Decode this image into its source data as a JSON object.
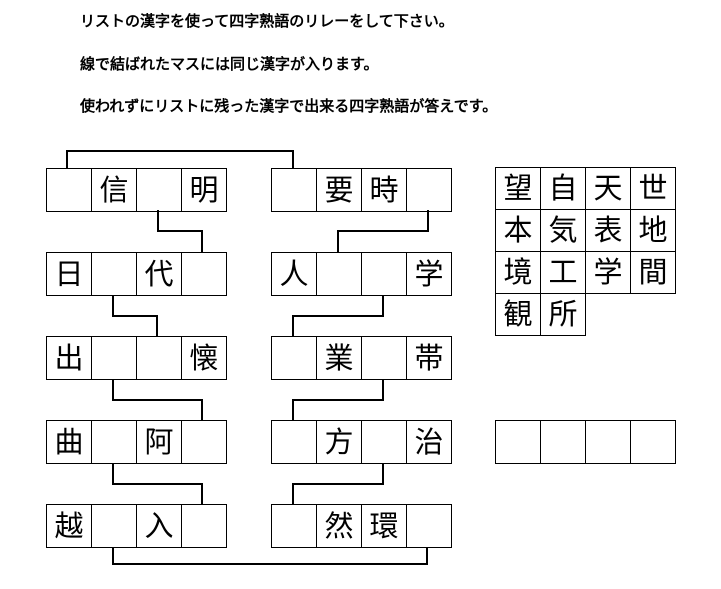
{
  "instructions": [
    "リストの漢字を使って四字熟語のリレーをして下さい。",
    "線で結ばれたマスには同じ漢字が入ります。",
    "使われずにリストに残った漢字で出来る四字熟語が答えです。"
  ],
  "left_column": [
    [
      "",
      "信",
      "",
      "明"
    ],
    [
      "日",
      "",
      "代",
      ""
    ],
    [
      "出",
      "",
      "",
      "懐"
    ],
    [
      "曲",
      "",
      "阿",
      ""
    ],
    [
      "越",
      "",
      "入",
      ""
    ]
  ],
  "right_column": [
    [
      "",
      "要",
      "時",
      ""
    ],
    [
      "人",
      "",
      "",
      "学"
    ],
    [
      "",
      "業",
      "",
      "帯"
    ],
    [
      "",
      "方",
      "",
      "治"
    ],
    [
      "",
      "然",
      "環",
      ""
    ]
  ],
  "kanji_list": [
    "望",
    "自",
    "天",
    "世",
    "本",
    "気",
    "表",
    "地",
    "境",
    "工",
    "学",
    "間",
    "観",
    "所"
  ],
  "answer_row": [
    "",
    "",
    "",
    ""
  ]
}
